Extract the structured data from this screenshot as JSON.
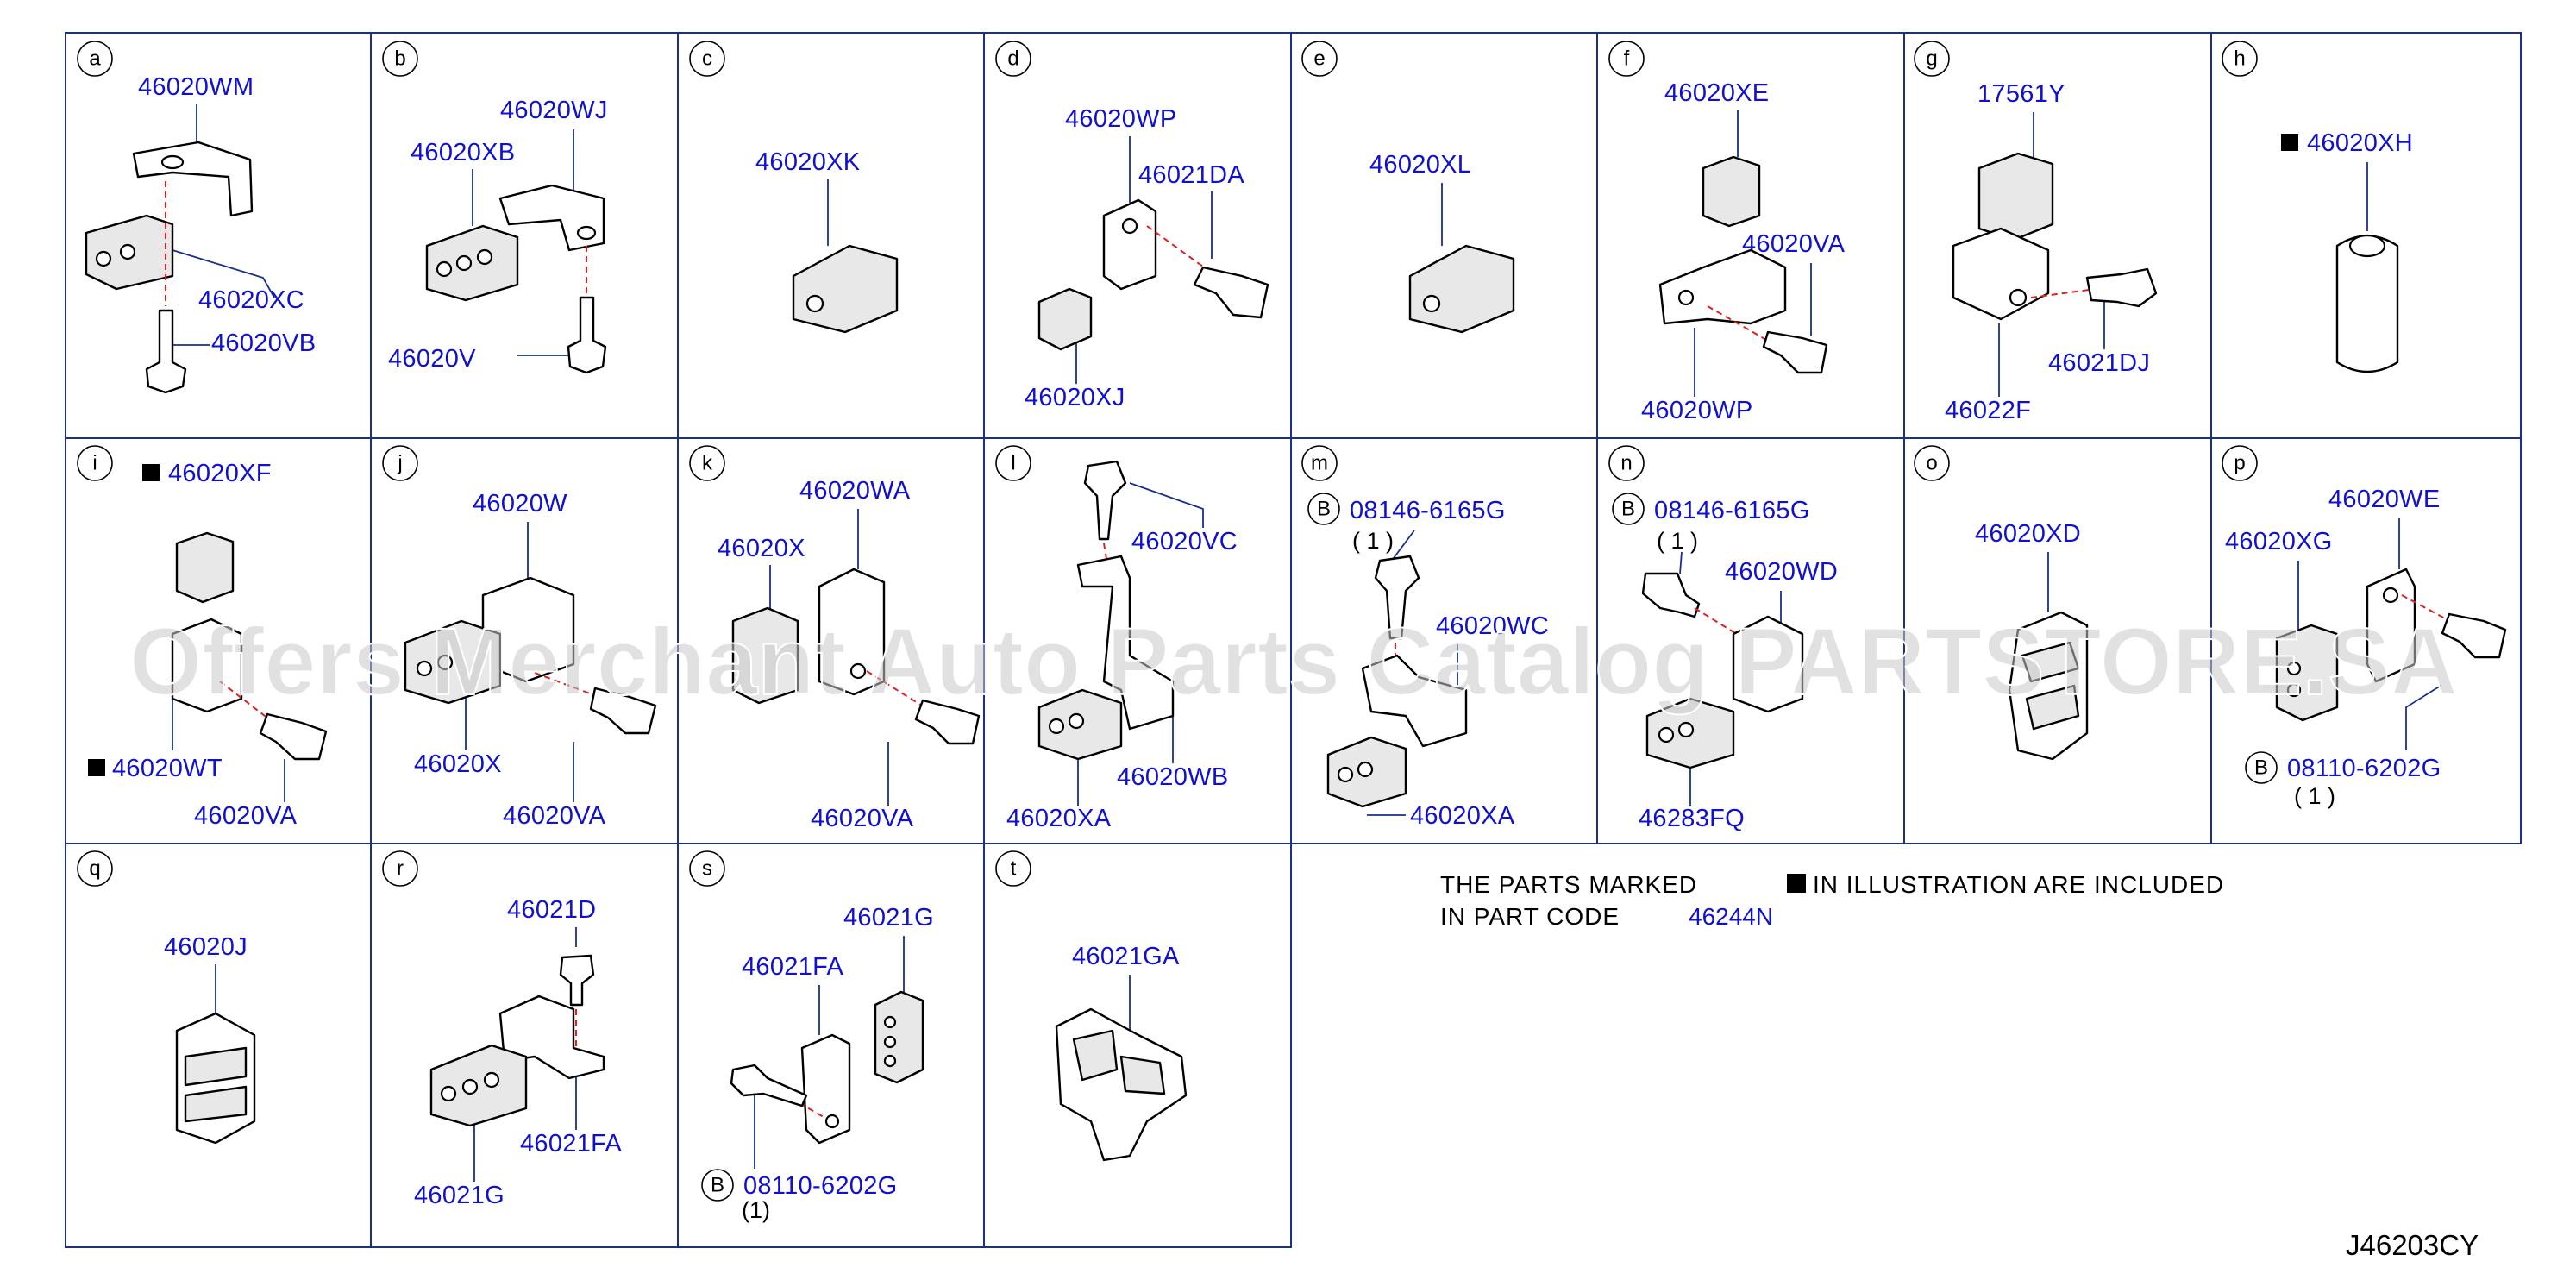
{
  "cells": [
    {
      "letter": "a",
      "labels": [
        "46020WM",
        "46020XC",
        "46020VB"
      ]
    },
    {
      "letter": "b",
      "labels": [
        "46020WJ",
        "46020XB",
        "46020V"
      ]
    },
    {
      "letter": "c",
      "labels": [
        "46020XK"
      ]
    },
    {
      "letter": "d",
      "labels": [
        "46020WP",
        "46021DA",
        "46020XJ"
      ]
    },
    {
      "letter": "e",
      "labels": [
        "46020XL"
      ]
    },
    {
      "letter": "f",
      "labels": [
        "46020XE",
        "46020VA",
        "46020WP"
      ]
    },
    {
      "letter": "g",
      "labels": [
        "17561Y",
        "46021DJ",
        "46022F"
      ]
    },
    {
      "letter": "h",
      "labels": [
        "46020XH"
      ]
    },
    {
      "letter": "i",
      "labels": [
        "46020XF",
        "46020WT",
        "46020VA"
      ]
    },
    {
      "letter": "j",
      "labels": [
        "46020W",
        "46020X",
        "46020VA"
      ]
    },
    {
      "letter": "k",
      "labels": [
        "46020WA",
        "46020X",
        "46020VA"
      ]
    },
    {
      "letter": "l",
      "labels": [
        "46020VC",
        "46020XA",
        "46020WB"
      ]
    },
    {
      "letter": "m",
      "labels": [
        "08146-6165G",
        "46020WC",
        "46020XA"
      ],
      "badge": "B",
      "qty": "( 1 )"
    },
    {
      "letter": "n",
      "labels": [
        "08146-6165G",
        "46020WD",
        "46283FQ"
      ],
      "badge": "B",
      "qty": "( 1 )"
    },
    {
      "letter": "o",
      "labels": [
        "46020XD"
      ]
    },
    {
      "letter": "p",
      "labels": [
        "46020WE",
        "46020XG",
        "08110-6202G"
      ],
      "badge": "B",
      "qty": "( 1 )"
    },
    {
      "letter": "q",
      "labels": [
        "46020J"
      ]
    },
    {
      "letter": "r",
      "labels": [
        "46021D",
        "46021FA",
        "46021G"
      ]
    },
    {
      "letter": "s",
      "labels": [
        "46021G",
        "46021FA",
        "08110-6202G"
      ],
      "badge": "B",
      "qty": "(1)"
    },
    {
      "letter": "t",
      "labels": [
        "46021GA"
      ]
    }
  ],
  "note": {
    "line1_a": "THE   PARTS   MARKED",
    "line1_b": "IN   ILLUSTRATION   ARE   INCLUDED",
    "line2": "IN   PART   CODE",
    "code": "46244N"
  },
  "watermark": "Offers Merchant Auto Parts Catalog PARTSTORE.SA",
  "diagram_code": "J46203CY",
  "colors": {
    "border": "#1a2f8a",
    "label": "#1010d0",
    "leader_dash": "#e02020"
  }
}
